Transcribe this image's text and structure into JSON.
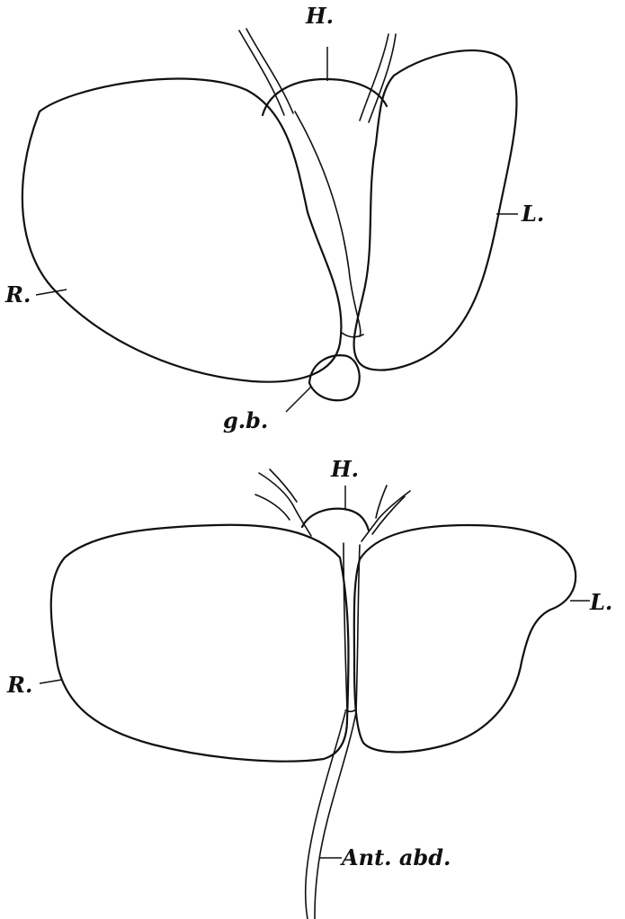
{
  "figure_top": {
    "labels": {
      "heart": "H.",
      "right_lobe": "R.",
      "left_lobe": "L.",
      "gall_bladder": "g.b."
    }
  },
  "figure_bottom": {
    "labels": {
      "heart": "H.",
      "right_lobe": "R.",
      "left_lobe": "L.",
      "anterior_abdominal_vein": "Ant. abd."
    }
  }
}
